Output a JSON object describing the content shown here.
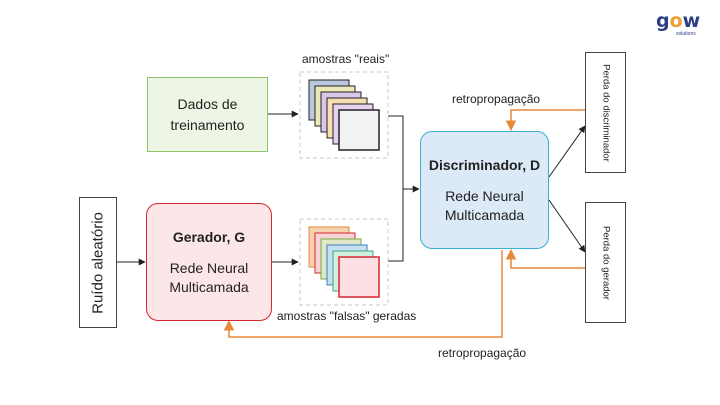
{
  "logo": {
    "text_pre": "g",
    "text_o": "o",
    "text_post": "w",
    "sub": "solutions"
  },
  "nodes": {
    "training_data": {
      "line1": "Dados de",
      "line2": "treinamento"
    },
    "noise": {
      "label": "Ruído aleatório"
    },
    "generator": {
      "title": "Gerador, G",
      "line1": "Rede Neural",
      "line2": "Multicamada"
    },
    "discriminator": {
      "title": "Discriminador, D",
      "line1": "Rede Neural",
      "line2": "Multicamada"
    },
    "loss_discriminator": {
      "label": "Perda do discriminador"
    },
    "loss_generator": {
      "label": "Perda do gerador"
    }
  },
  "labels": {
    "real_samples": "amostras \"reais\"",
    "fake_samples": "amostras \"falsas\" geradas",
    "backprop_top": "retropropagação",
    "backprop_bottom": "retropropagação"
  },
  "colors": {
    "training_fill": "#edf6e4",
    "training_border": "#8cc46a",
    "generator_fill": "#fde6e8",
    "generator_border": "#d8262f",
    "discriminator_fill": "#dce9f7",
    "discriminator_border": "#3ab0d0",
    "backprop_arrow": "#e8893a",
    "real_stack": [
      "#b9c8dd",
      "#ece9b8",
      "#d9c7e8",
      "#f6dfb3",
      "#e6d3f0",
      "#f2f2f2"
    ],
    "fake_stack": [
      "#f4d2b0",
      "#f7d4d8",
      "#dfe9c8",
      "#c9dff0",
      "#d4eede",
      "#fde0e4"
    ]
  }
}
